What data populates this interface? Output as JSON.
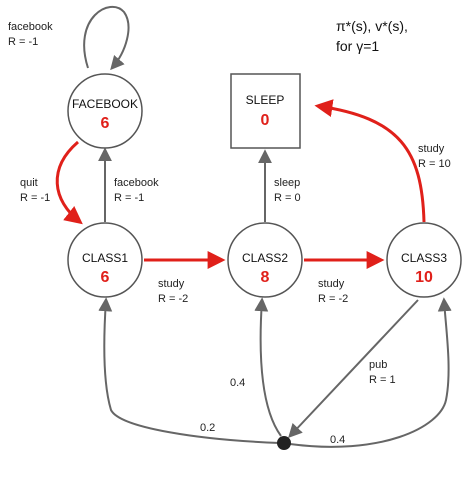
{
  "title": {
    "line1": "π*(s), v*(s),",
    "line2": "for γ=1"
  },
  "colors": {
    "optimal_edge": "#e0201a",
    "normal_edge": "#666666",
    "node_stroke": "#555555",
    "value_text": "#e0201a"
  },
  "nodes": {
    "facebook": {
      "label": "FACEBOOK",
      "value": "6"
    },
    "class1": {
      "label": "CLASS1",
      "value": "6"
    },
    "class2": {
      "label": "CLASS2",
      "value": "8"
    },
    "class3": {
      "label": "CLASS3",
      "value": "10"
    },
    "sleep": {
      "label": "SLEEP",
      "value": "0"
    }
  },
  "edges": {
    "facebook_self": {
      "action": "facebook",
      "reward": "R = -1"
    },
    "facebook_quit": {
      "action": "quit",
      "reward": "R = -1"
    },
    "class1_facebook": {
      "action": "facebook",
      "reward": "R = -1"
    },
    "class1_study": {
      "action": "study",
      "reward": "R = -2"
    },
    "class2_sleep": {
      "action": "sleep",
      "reward": "R = 0"
    },
    "class2_study": {
      "action": "study",
      "reward": "R = -2"
    },
    "class3_study": {
      "action": "study",
      "reward": "R = 10"
    },
    "class3_pub": {
      "action": "pub",
      "reward": "R = 1"
    }
  },
  "probabilities": {
    "to_class1": "0.2",
    "to_class2": "0.4",
    "to_class3": "0.4"
  }
}
